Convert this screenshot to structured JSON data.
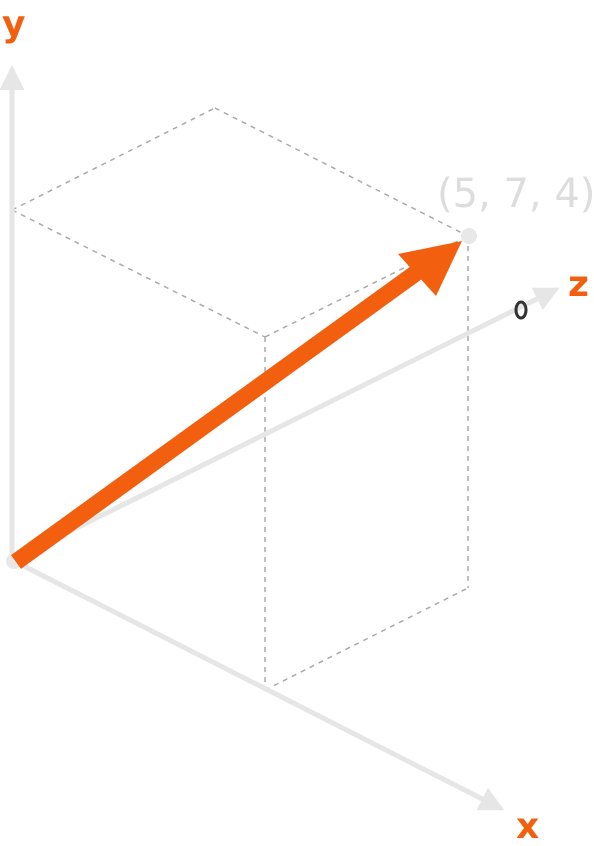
{
  "axes": {
    "x_label": "x",
    "y_label": "y",
    "z_label": "z"
  },
  "point": {
    "label": "(5, 7, 4)",
    "coords": [
      5,
      7,
      4
    ]
  },
  "colors": {
    "accent": "#F2600F",
    "axis": "#E6E6E6",
    "guide": "#AAAAAA",
    "point": "#E8E8E8",
    "point_label": "#DDDDDD",
    "marker": "#333333"
  }
}
